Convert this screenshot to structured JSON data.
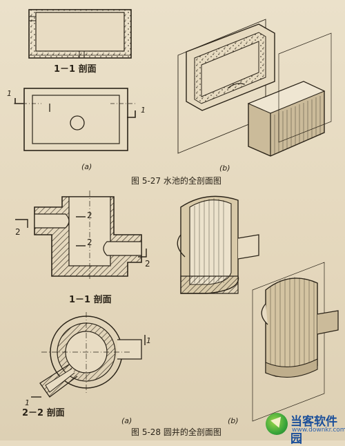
{
  "figure_5_27": {
    "section_label": "1－1 剖面",
    "marker_1_left": "1",
    "marker_1_right": "1",
    "sub_a": "(a)",
    "sub_b": "(b)",
    "caption": "图 5-27  水池的全剖面图"
  },
  "figure_5_28": {
    "marker_2_upper_left": "2",
    "marker_2_upper_mid": "2",
    "marker_2_mid": "2",
    "marker_2_right": "2",
    "section_label": "1－1 剖面",
    "marker_1_right": "1",
    "marker_1_left": "1",
    "bottom_section_label": "2－2 剖面",
    "sub_a": "(a)",
    "sub_b": "(b)",
    "caption": "图 5-28  圆井的全剖面图"
  },
  "watermark": {
    "title": "当客软件园",
    "url": "www.downkr.com"
  },
  "colors": {
    "paper": "#e8dcc3",
    "ink": "#2a2318",
    "watermark_blue": "#1b4f9a",
    "watermark_green": "#3aa53a"
  }
}
